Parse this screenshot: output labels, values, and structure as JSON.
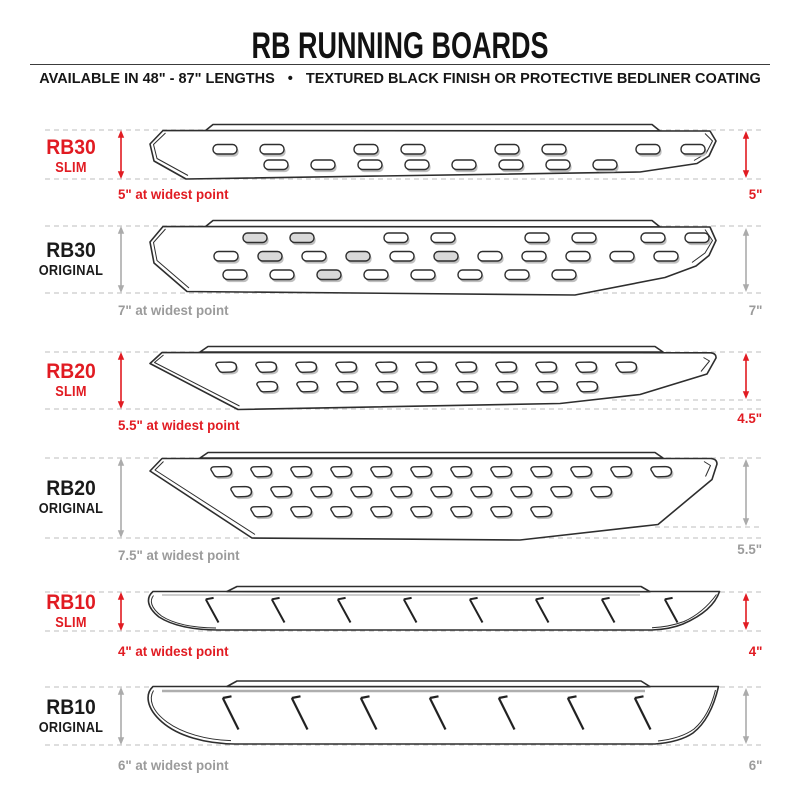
{
  "header": {
    "title": "RB RUNNING BOARDS",
    "subtitle_left": "AVAILABLE IN 48\" - 87\" LENGTHS",
    "subtitle_bullet": "•",
    "subtitle_right": "TEXTURED BLACK FINISH OR PROTECTIVE BEDLINER COATING"
  },
  "colors": {
    "accent_red": "#e11b22",
    "muted_gray": "#9b9b9b",
    "outline": "#2e2e2e"
  },
  "rows": [
    {
      "model": "RB30",
      "variant": "SLIM",
      "left_caption": "5\" at widest point",
      "right_caption": "5\"",
      "accent": "red"
    },
    {
      "model": "RB30",
      "variant": "ORIGINAL",
      "left_caption": "7\" at widest point",
      "right_caption": "7\"",
      "accent": "gray"
    },
    {
      "model": "RB20",
      "variant": "SLIM",
      "left_caption": "5.5\" at widest point",
      "right_caption": "4.5\"",
      "accent": "red"
    },
    {
      "model": "RB20",
      "variant": "ORIGINAL",
      "left_caption": "7.5\" at widest point",
      "right_caption": "5.5\"",
      "accent": "gray"
    },
    {
      "model": "RB10",
      "variant": "SLIM",
      "left_caption": "4\" at widest point",
      "right_caption": "4\"",
      "accent": "red"
    },
    {
      "model": "RB10",
      "variant": "ORIGINAL",
      "left_caption": "6\" at widest point",
      "right_caption": "6\"",
      "accent": "gray"
    }
  ]
}
